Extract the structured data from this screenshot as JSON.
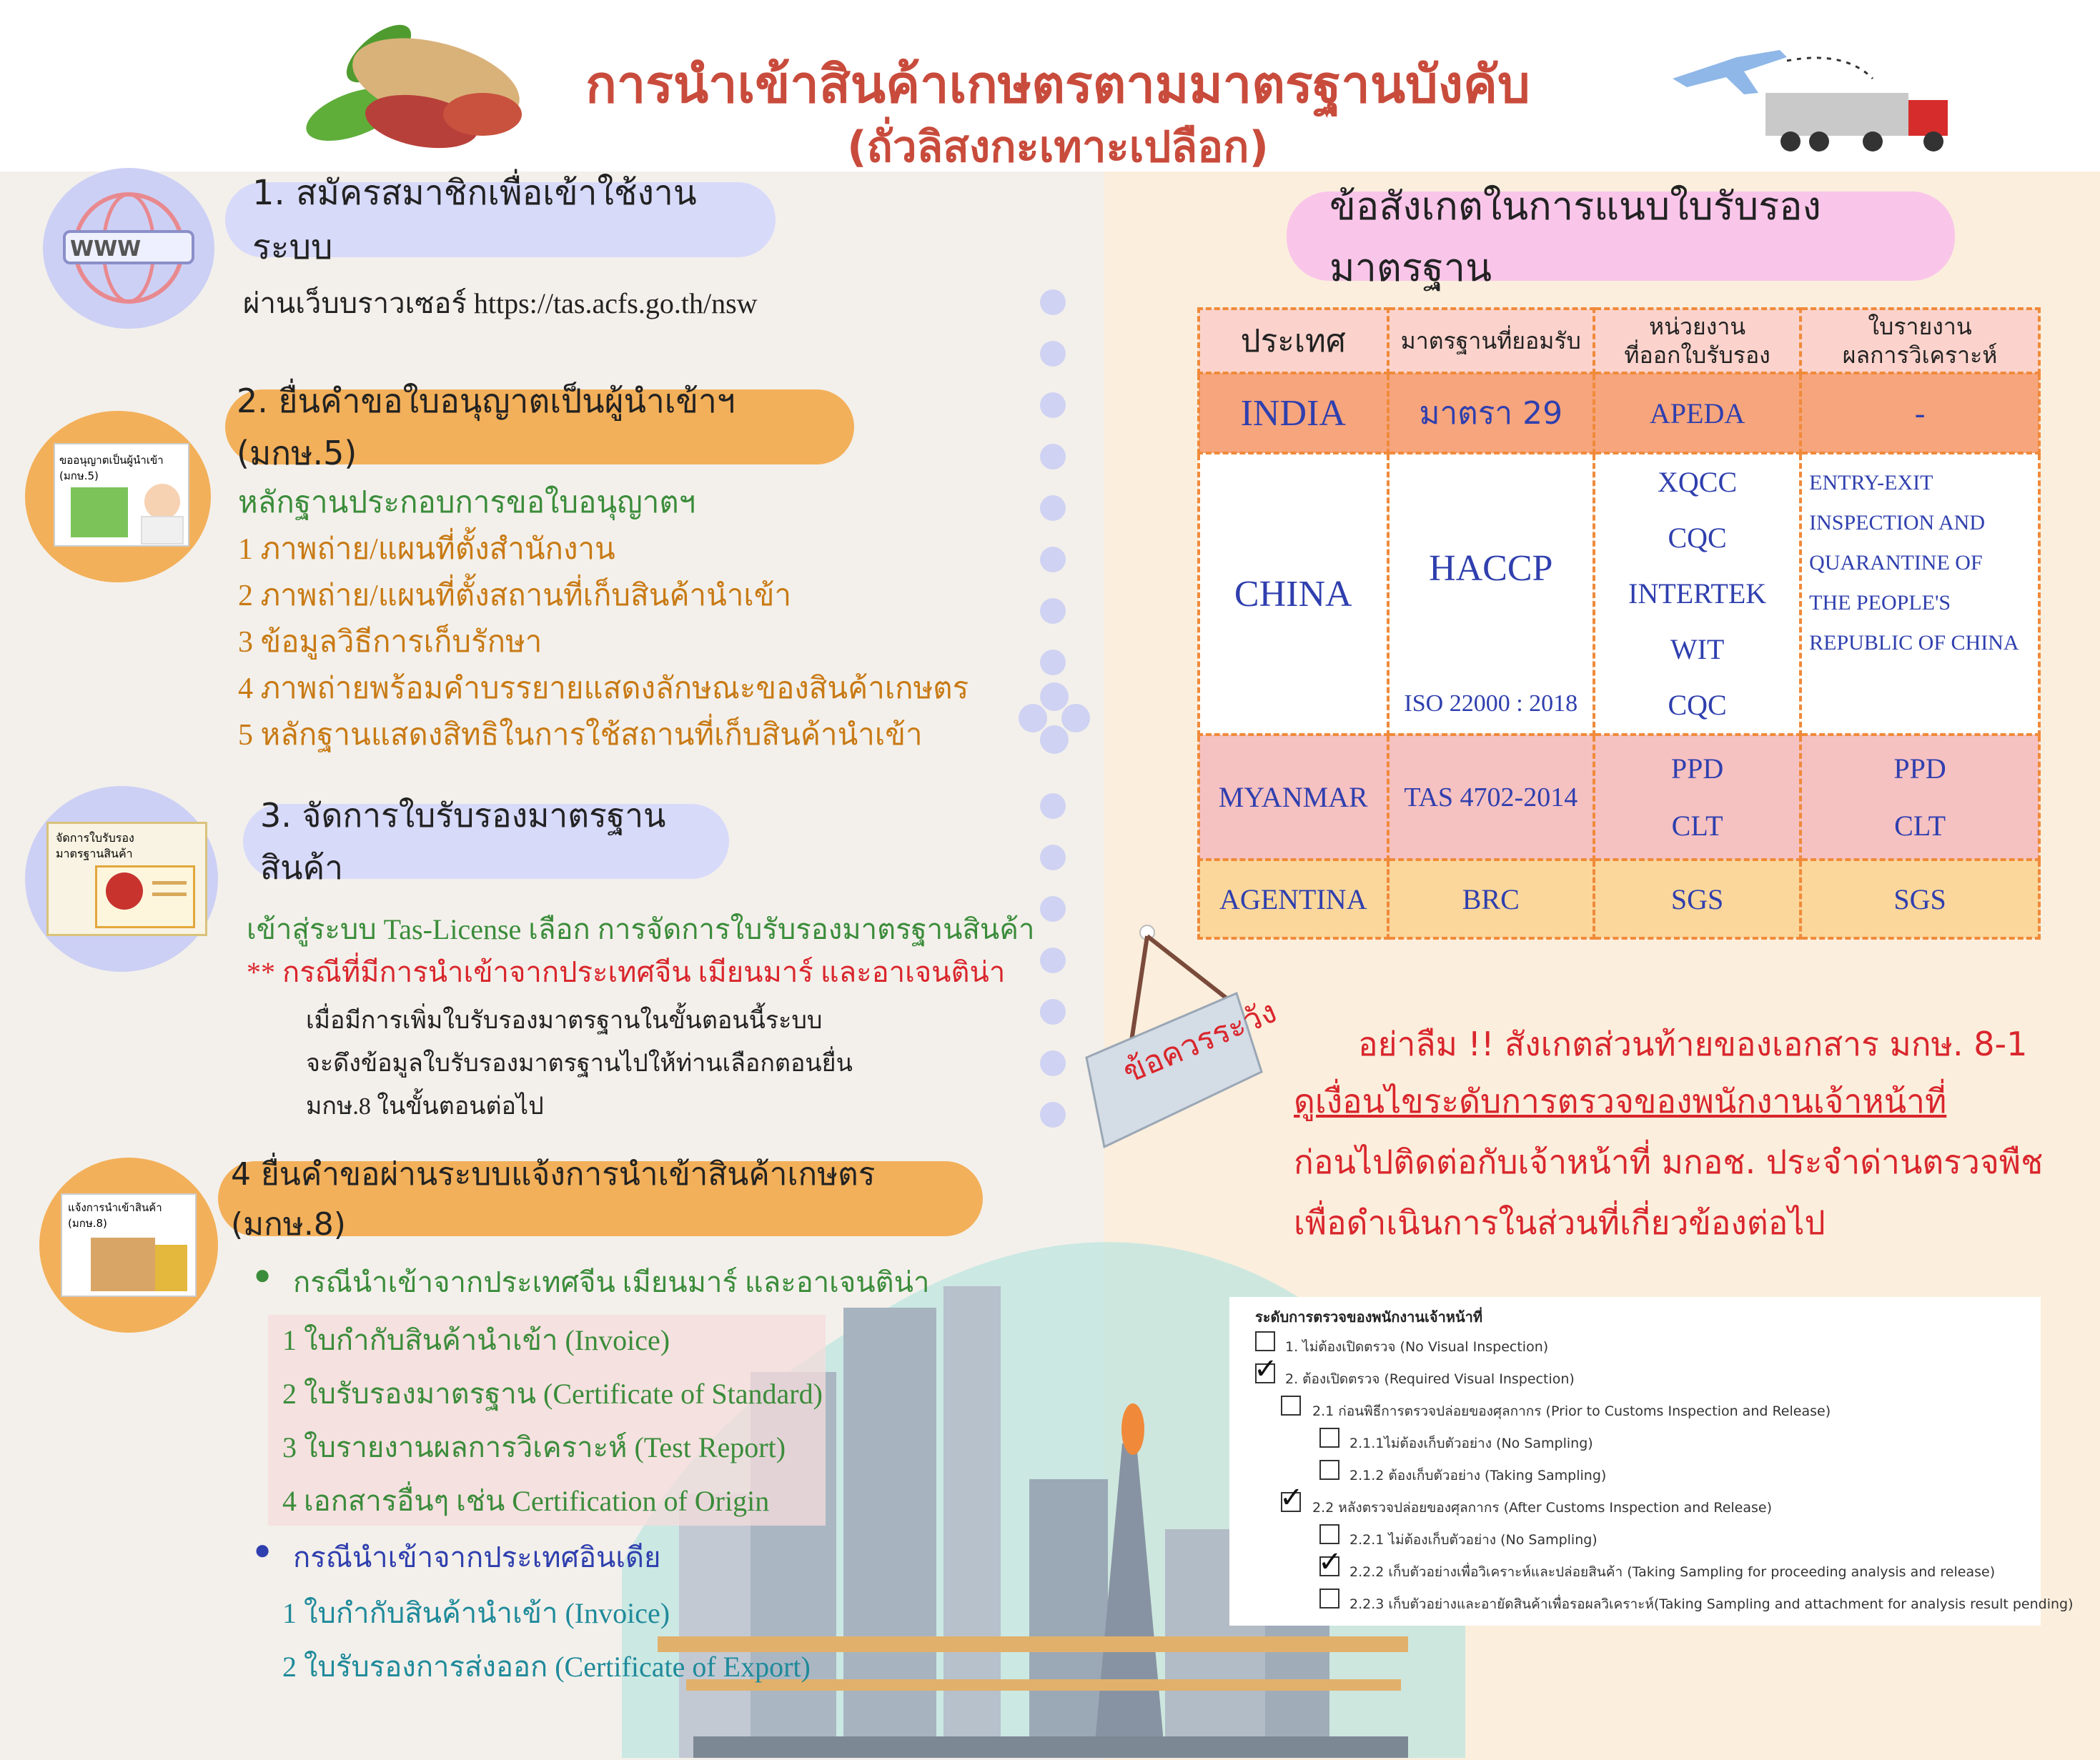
{
  "header": {
    "title": "การนำเข้าสินค้าเกษตรตามมาตรฐานบังคับ",
    "subtitle": "(ถั่วลิสงกะเทาะเปลือก)"
  },
  "step1": {
    "title": "1. สมัครสมาชิกเพื่อเข้าใช้งานระบบ",
    "www_label": "WWW",
    "desc": "ผ่านเว็บบราวเซอร์ https://tas.acfs.go.th/nsw"
  },
  "step2": {
    "title": "2. ยื่นคำขอใบอนุญาตเป็นผู้นำเข้าฯ (มกษ.5)",
    "icon_label_1": "ขออนุญาตเป็นผู้นำเข้า",
    "icon_label_2": "(มกษ.5)",
    "intro": "หลักฐานประกอบการขอใบอนุญาตฯ",
    "items": [
      "1 ภาพถ่าย/แผนที่ตั้งสำนักงาน",
      "2 ภาพถ่าย/แผนที่ตั้งสถานที่เก็บสินค้านำเข้า",
      "3 ข้อมูลวิธีการเก็บรักษา",
      "4 ภาพถ่ายพร้อมคำบรรยายแสดงลักษณะของสินค้าเกษตร",
      "5 หลักฐานแสดงสิทธิในการใช้สถานที่เก็บสินค้านำเข้า"
    ]
  },
  "step3": {
    "title": "3. จัดการใบรับรองมาตรฐานสินค้า",
    "icon_label_1": "จัดการใบรับรอง",
    "icon_label_2": "มาตรฐานสินค้า",
    "line1": "เข้าสู่ระบบ Tas-License เลือก การจัดการใบรับรองมาตรฐานสินค้า",
    "line2": "** กรณีที่มีการนำเข้าจากประเทศจีน เมียนมาร์ และอาเจนติน่า",
    "notes": [
      "เมื่อมีการเพิ่มใบรับรองมาตรฐานในขั้นตอนนี้ระบบ",
      "จะดึงข้อมูลใบรับรองมาตรฐานไปให้ท่านเลือกตอนยื่น",
      "มกษ.8 ในขั้นตอนต่อไป"
    ]
  },
  "step4": {
    "title": "4  ยื่นคำขอผ่านระบบแจ้งการนำเข้าสินค้าเกษตร (มกษ.8)",
    "icon_label_1": "แจ้งการนำเข้าสินค้า",
    "icon_label_2": "(มกษ.8)",
    "case1": "กรณีนำเข้าจากประเทศจีน เมียนมาร์ และอาเจนติน่า",
    "case1_items": [
      "1 ใบกำกับสินค้านำเข้า (Invoice)",
      "2 ใบรับรองมาตรฐาน (Certificate of Standard)",
      "3 ใบรายงานผลการวิเคราะห์ (Test Report)",
      "4 เอกสารอื่นๆ เช่น Certification of Origin"
    ],
    "case2": "กรณีนำเข้าจากประเทศอินเดีย",
    "case2_items": [
      "1 ใบกำกับสินค้านำเข้า (Invoice)",
      "2 ใบรับรองการส่งออก (Certificate of Export)"
    ]
  },
  "notes_panel": {
    "title": "ข้อสังเกตในการแนบใบรับรองมาตรฐาน",
    "headers": [
      "ประเทศ",
      "มาตรฐานที่ยอมรับ",
      "หน่วยงาน",
      "ที่ออกใบรับรอง",
      "ใบรายงาน",
      "ผลการวิเคราะห์"
    ],
    "india": {
      "country": "INDIA",
      "standard": "มาตรา 29",
      "agency": "APEDA",
      "report": "-"
    },
    "china": {
      "country": "CHINA",
      "standard": "HACCP",
      "standard2": "ISO 22000 : 2018",
      "agencies": [
        "XQCC",
        "CQC",
        "INTERTEK",
        "WIT",
        "CQC"
      ],
      "report_lines": [
        "ENTRY-EXIT",
        "INSPECTION AND",
        "QUARANTINE OF",
        "THE PEOPLE'S",
        "REPUBLIC OF CHINA"
      ]
    },
    "myanmar": {
      "country": "MYANMAR",
      "standard": "TAS 4702-2014",
      "agencies": [
        "PPD",
        "CLT"
      ],
      "reports": [
        "PPD",
        "CLT"
      ]
    },
    "argentina": {
      "country": "AGENTINA",
      "standard": "BRC",
      "agency": "SGS",
      "report": "SGS"
    }
  },
  "caution": {
    "sign": "ข้อควรระวัง",
    "line1": "อย่าลืม !! สังเกตส่วนท้ายของเอกสาร มกษ. 8-1",
    "line2": "ดูเงื่อนไขระดับการตรวจของพนักงานเจ้าหน้าที่",
    "line3": "ก่อนไปติดต่อกับเจ้าหน้าที่ มกอช. ประจำด่านตรวจพืช",
    "line4": "เพื่อดำเนินการในส่วนที่เกี่ยวข้องต่อไป"
  },
  "inspection": {
    "title": "ระดับการตรวจของพนักงานเจ้าหน้าที่",
    "items": [
      {
        "label": "1. ไม่ต้องเปิดตรวจ (No Visual Inspection)",
        "checked": false
      },
      {
        "label": "2. ต้องเปิดตรวจ (Required Visual Inspection)",
        "checked": true
      },
      {
        "label": "2.1 ก่อนพิธีการตรวจปล่อยของศุลกากร (Prior to Customs Inspection and Release)",
        "checked": false
      },
      {
        "label": "2.1.1ไม่ต้องเก็บตัวอย่าง (No Sampling)",
        "checked": false
      },
      {
        "label": "2.1.2 ต้องเก็บตัวอย่าง (Taking Sampling)",
        "checked": false
      },
      {
        "label": "2.2 หลังตรวจปล่อยของศุลกากร (After Customs Inspection and Release)",
        "checked": true
      },
      {
        "label": "2.2.1 ไม่ต้องเก็บตัวอย่าง (No Sampling)",
        "checked": false
      },
      {
        "label": "2.2.2 เก็บตัวอย่างเพื่อวิเคราะห์และปล่อยสินค้า (Taking Sampling for proceeding analysis and release)",
        "checked": true
      },
      {
        "label": "2.2.3 เก็บตัวอย่างและอายัดสินค้าเพื่อรอผลวิเคราะห์(Taking Sampling and attachment for analysis result pending)",
        "checked": false
      }
    ],
    "check_mark": "✓"
  }
}
